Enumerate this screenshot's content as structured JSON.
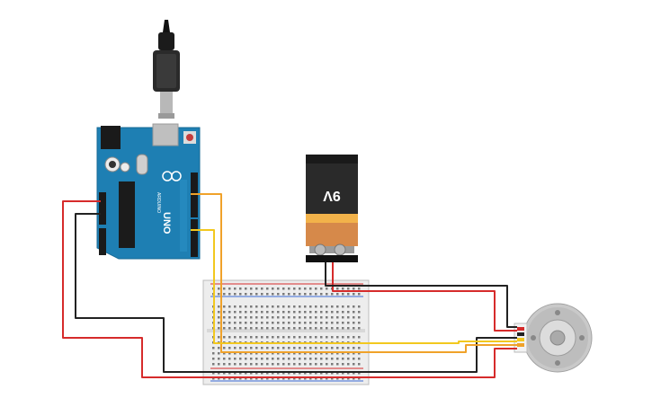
{
  "battery": {
    "label": "9V"
  },
  "arduino": {
    "logo_text": "UNO",
    "brand_text": "ARDUINO"
  },
  "wire_colors": {
    "power": "#d62b2b",
    "ground": "#222222",
    "signal_a": "#f0a22a",
    "signal_b": "#f2c81f"
  }
}
